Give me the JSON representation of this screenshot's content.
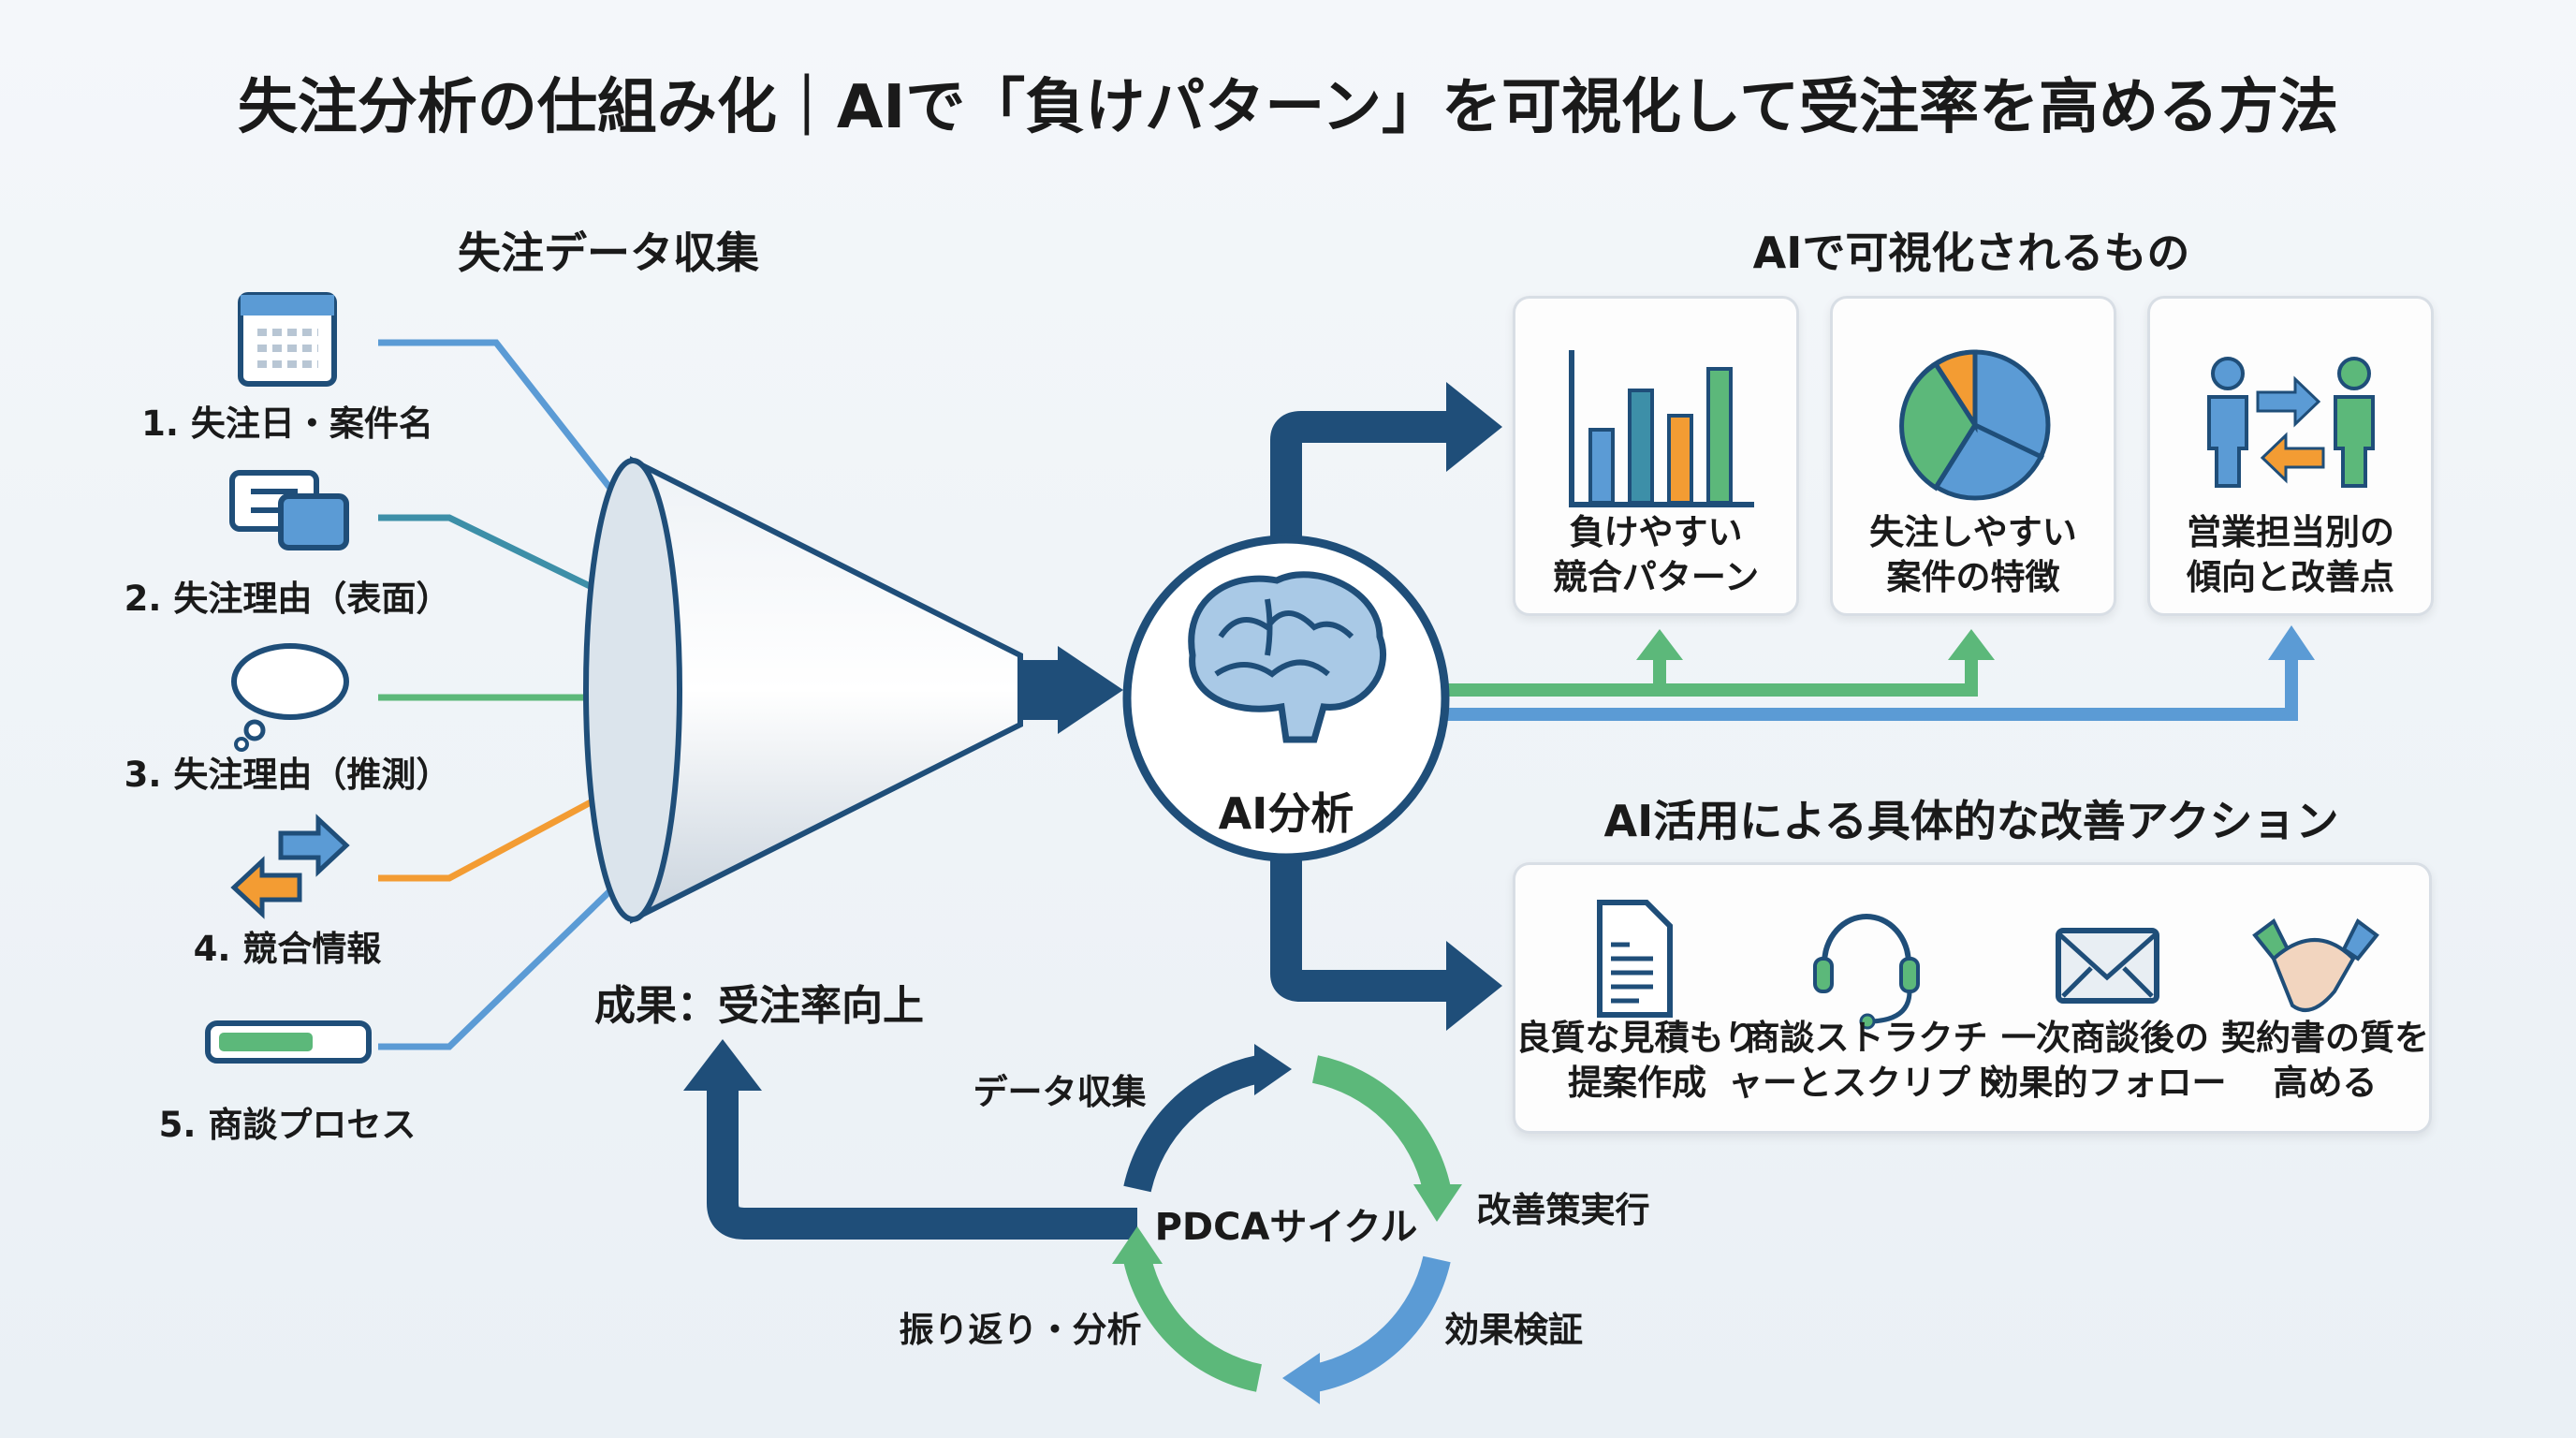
{
  "title": "失注分析の仕組み化｜AIで「負けパターン」を可視化して受注率を高める方法",
  "left": {
    "heading": "失注データ収集",
    "items": [
      {
        "label": "1. 失注日・案件名",
        "icon": "calendar-icon"
      },
      {
        "label": "2. 失注理由（表面）",
        "icon": "chat-icon"
      },
      {
        "label": "3. 失注理由（推測）",
        "icon": "thought-cloud-icon"
      },
      {
        "label": "4. 競合情報",
        "icon": "exchange-arrows-icon"
      },
      {
        "label": "5. 商談プロセス",
        "icon": "progress-bar-icon"
      }
    ]
  },
  "result": "成果：受注率向上",
  "ai": {
    "label": "AI分析"
  },
  "visualized": {
    "heading": "AIで可視化されるもの",
    "cards": [
      {
        "line1": "負けやすい",
        "line2": "競合パターン",
        "icon": "bar-chart-icon"
      },
      {
        "line1": "失注しやすい",
        "line2": "案件の特徴",
        "icon": "pie-chart-icon"
      },
      {
        "line1": "営業担当別の",
        "line2": "傾向と改善点",
        "icon": "people-exchange-icon"
      }
    ]
  },
  "actions": {
    "heading": "AI活用による具体的な改善アクション",
    "items": [
      {
        "line1": "良質な見積もり",
        "line2": "提案作成",
        "icon": "document-icon"
      },
      {
        "line1": "商談ストラクチ",
        "line2": "ャーとスクリプト",
        "icon": "headset-icon"
      },
      {
        "line1": "一次商談後の",
        "line2": "効果的フォロー",
        "icon": "mail-icon"
      },
      {
        "line1": "契約書の質を",
        "line2": "高める",
        "icon": "handshake-icon"
      }
    ]
  },
  "pdca": {
    "center": "PDCAサイクル",
    "steps": [
      "データ収集",
      "改善策実行",
      "効果検証",
      "振り返り・分析"
    ]
  },
  "colors": {
    "navy": "#1f4e79",
    "blue": "#5b9bd5",
    "teal": "#3d8fa8",
    "green": "#5cb87a",
    "orange": "#f39c33"
  }
}
